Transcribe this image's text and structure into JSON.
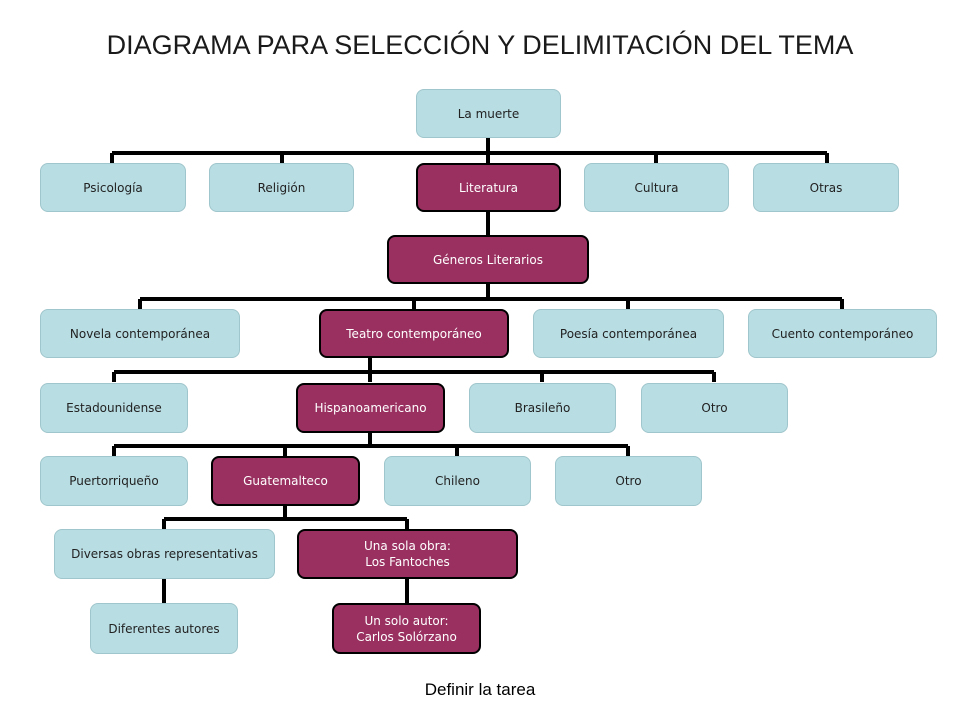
{
  "title": "DIAGRAMA PARA SELECCIÓN Y DELIMITACIÓN DEL TEMA",
  "footer": "Definir la tarea",
  "nodes": {
    "root": "La muerte",
    "psicologia": "Psicología",
    "religion": "Religión",
    "literatura": "Literatura",
    "cultura": "Cultura",
    "otras": "Otras",
    "generos": "Géneros Literarios",
    "novela": "Novela contemporánea",
    "teatro": "Teatro contemporáneo",
    "poesia": "Poesía contemporánea",
    "cuento": "Cuento contemporáneo",
    "estadounidense": "Estadounidense",
    "hispanoamericano": "Hispanoamericano",
    "brasileno": "Brasileño",
    "otro1": "Otro",
    "puertorriqueno": "Puertorriqueño",
    "guatemalteco": "Guatemalteco",
    "chileno": "Chileno",
    "otro2": "Otro",
    "diversas": "Diversas obras representativas",
    "una_obra": "Una sola obra:\nLos Fantoches",
    "diferentes": "Diferentes autores",
    "un_autor": "Un solo autor:\nCarlos Solórzano"
  }
}
